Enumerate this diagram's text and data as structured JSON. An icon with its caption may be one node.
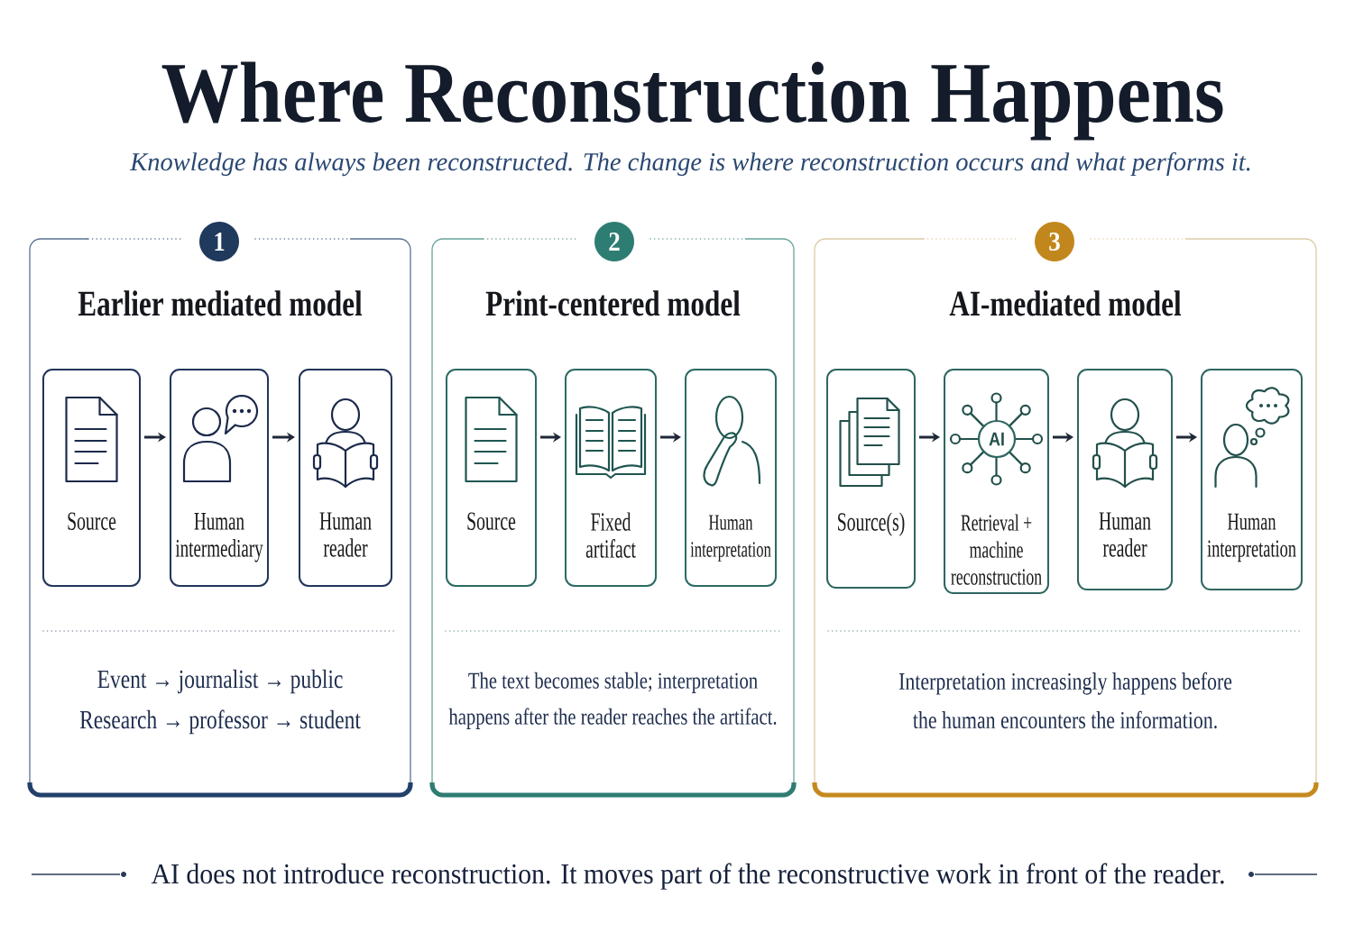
{
  "diagram": {
    "title": "Where Reconstruction Happens",
    "caption": "AI does not introduce reconstruction. It moves part of the reconstructive work in front of the reader.",
    "labels": [
      "Knowledge has always been reconstructed. The change is where reconstruction occurs and what performs it."
    ],
    "nodes": [
      {
        "text": [
          "1"
        ]
      },
      {
        "text": [
          "Earlier mediated model",
          "Event → journalist → public",
          "Research → professor → student"
        ]
      },
      {
        "text": [
          "Source"
        ],
        "in": 1
      },
      {
        "text": [
          "Human intermediary"
        ],
        "in": 1
      },
      {
        "text": [
          "Human reader"
        ],
        "in": 1
      },
      {
        "text": [
          "2"
        ]
      },
      {
        "text": [
          "Print-centered model",
          "The text becomes stable; interpretation happens after the reader reaches the artifact."
        ]
      },
      {
        "text": [
          "Source"
        ],
        "in": 6
      },
      {
        "text": [
          "Fixed artifact"
        ],
        "in": 6
      },
      {
        "text": [
          "Human interpretation"
        ],
        "in": 6
      },
      {
        "text": [
          "3"
        ]
      },
      {
        "text": [
          "AI-mediated model",
          "Interpretation increasingly happens before the human encounters the information."
        ]
      },
      {
        "text": [
          "Source(s)"
        ],
        "in": 11
      },
      {
        "text": [
          "Retrieval + machine reconstruction"
        ],
        "in": 11
      },
      {
        "text": [
          "AI"
        ],
        "in": 13
      },
      {
        "text": [
          "Human reader"
        ],
        "in": 11
      },
      {
        "text": [
          "Human interpretation"
        ],
        "in": 11
      }
    ],
    "edges": [
      {
        "from": 2,
        "to": 3,
        "arrow": "to"
      },
      {
        "from": 3,
        "to": 4,
        "arrow": "to"
      },
      {
        "from": 7,
        "to": 8,
        "arrow": "to"
      },
      {
        "from": 8,
        "to": 9,
        "arrow": "to"
      },
      {
        "from": 12,
        "to": 13,
        "arrow": "to"
      },
      {
        "from": 13,
        "to": 15,
        "arrow": "to"
      },
      {
        "from": 15,
        "to": 16,
        "arrow": "to"
      }
    ]
  }
}
